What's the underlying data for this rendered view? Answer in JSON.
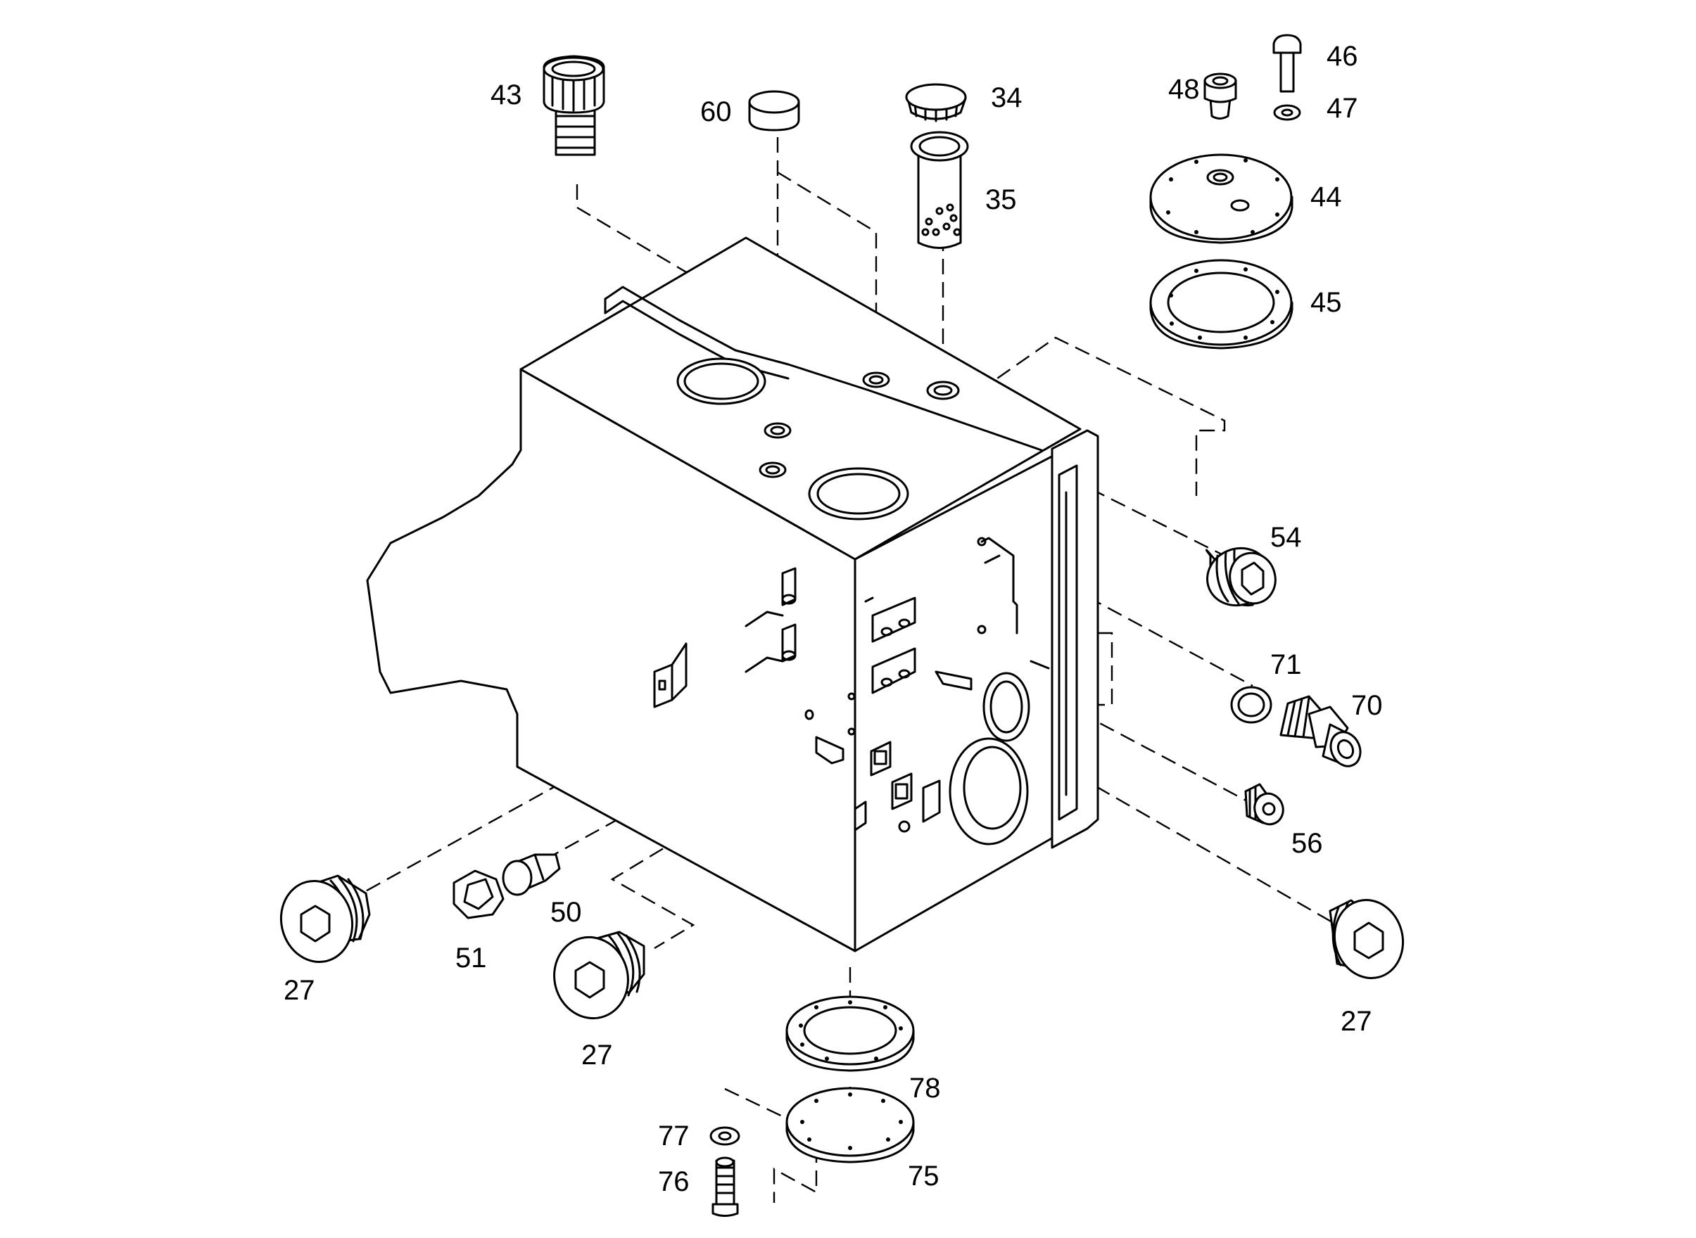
{
  "parts": [
    {
      "id": "p43",
      "label": "43",
      "icon": "knurled-screw-plug-icon"
    },
    {
      "id": "p60",
      "label": "60",
      "icon": "cap-icon"
    },
    {
      "id": "p34",
      "label": "34",
      "icon": "filler-cap-icon"
    },
    {
      "id": "p35",
      "label": "35",
      "icon": "strainer-icon"
    },
    {
      "id": "p46",
      "label": "46",
      "icon": "bolt-icon"
    },
    {
      "id": "p47",
      "label": "47",
      "icon": "washer-icon"
    },
    {
      "id": "p48",
      "label": "48",
      "icon": "plug-icon"
    },
    {
      "id": "p44",
      "label": "44",
      "icon": "cover-plate-icon"
    },
    {
      "id": "p45",
      "label": "45",
      "icon": "gasket-icon"
    },
    {
      "id": "p54",
      "label": "54",
      "icon": "screw-plug-icon"
    },
    {
      "id": "p71",
      "label": "71",
      "icon": "seal-ring-icon"
    },
    {
      "id": "p70",
      "label": "70",
      "icon": "hose-fitting-icon"
    },
    {
      "id": "p56",
      "label": "56",
      "icon": "screw-plug-icon"
    },
    {
      "id": "p27a",
      "label": "27",
      "icon": "screw-plug-icon"
    },
    {
      "id": "p51",
      "label": "51",
      "icon": "hex-nut-icon"
    },
    {
      "id": "p50",
      "label": "50",
      "icon": "fitting-icon"
    },
    {
      "id": "p27b",
      "label": "27",
      "icon": "screw-plug-icon"
    },
    {
      "id": "p27c",
      "label": "27",
      "icon": "screw-plug-icon"
    },
    {
      "id": "p78",
      "label": "78",
      "icon": "gasket-icon"
    },
    {
      "id": "p77",
      "label": "77",
      "icon": "washer-icon"
    },
    {
      "id": "p76",
      "label": "76",
      "icon": "bolt-icon"
    },
    {
      "id": "p75",
      "label": "75",
      "icon": "cover-plate-icon"
    }
  ]
}
